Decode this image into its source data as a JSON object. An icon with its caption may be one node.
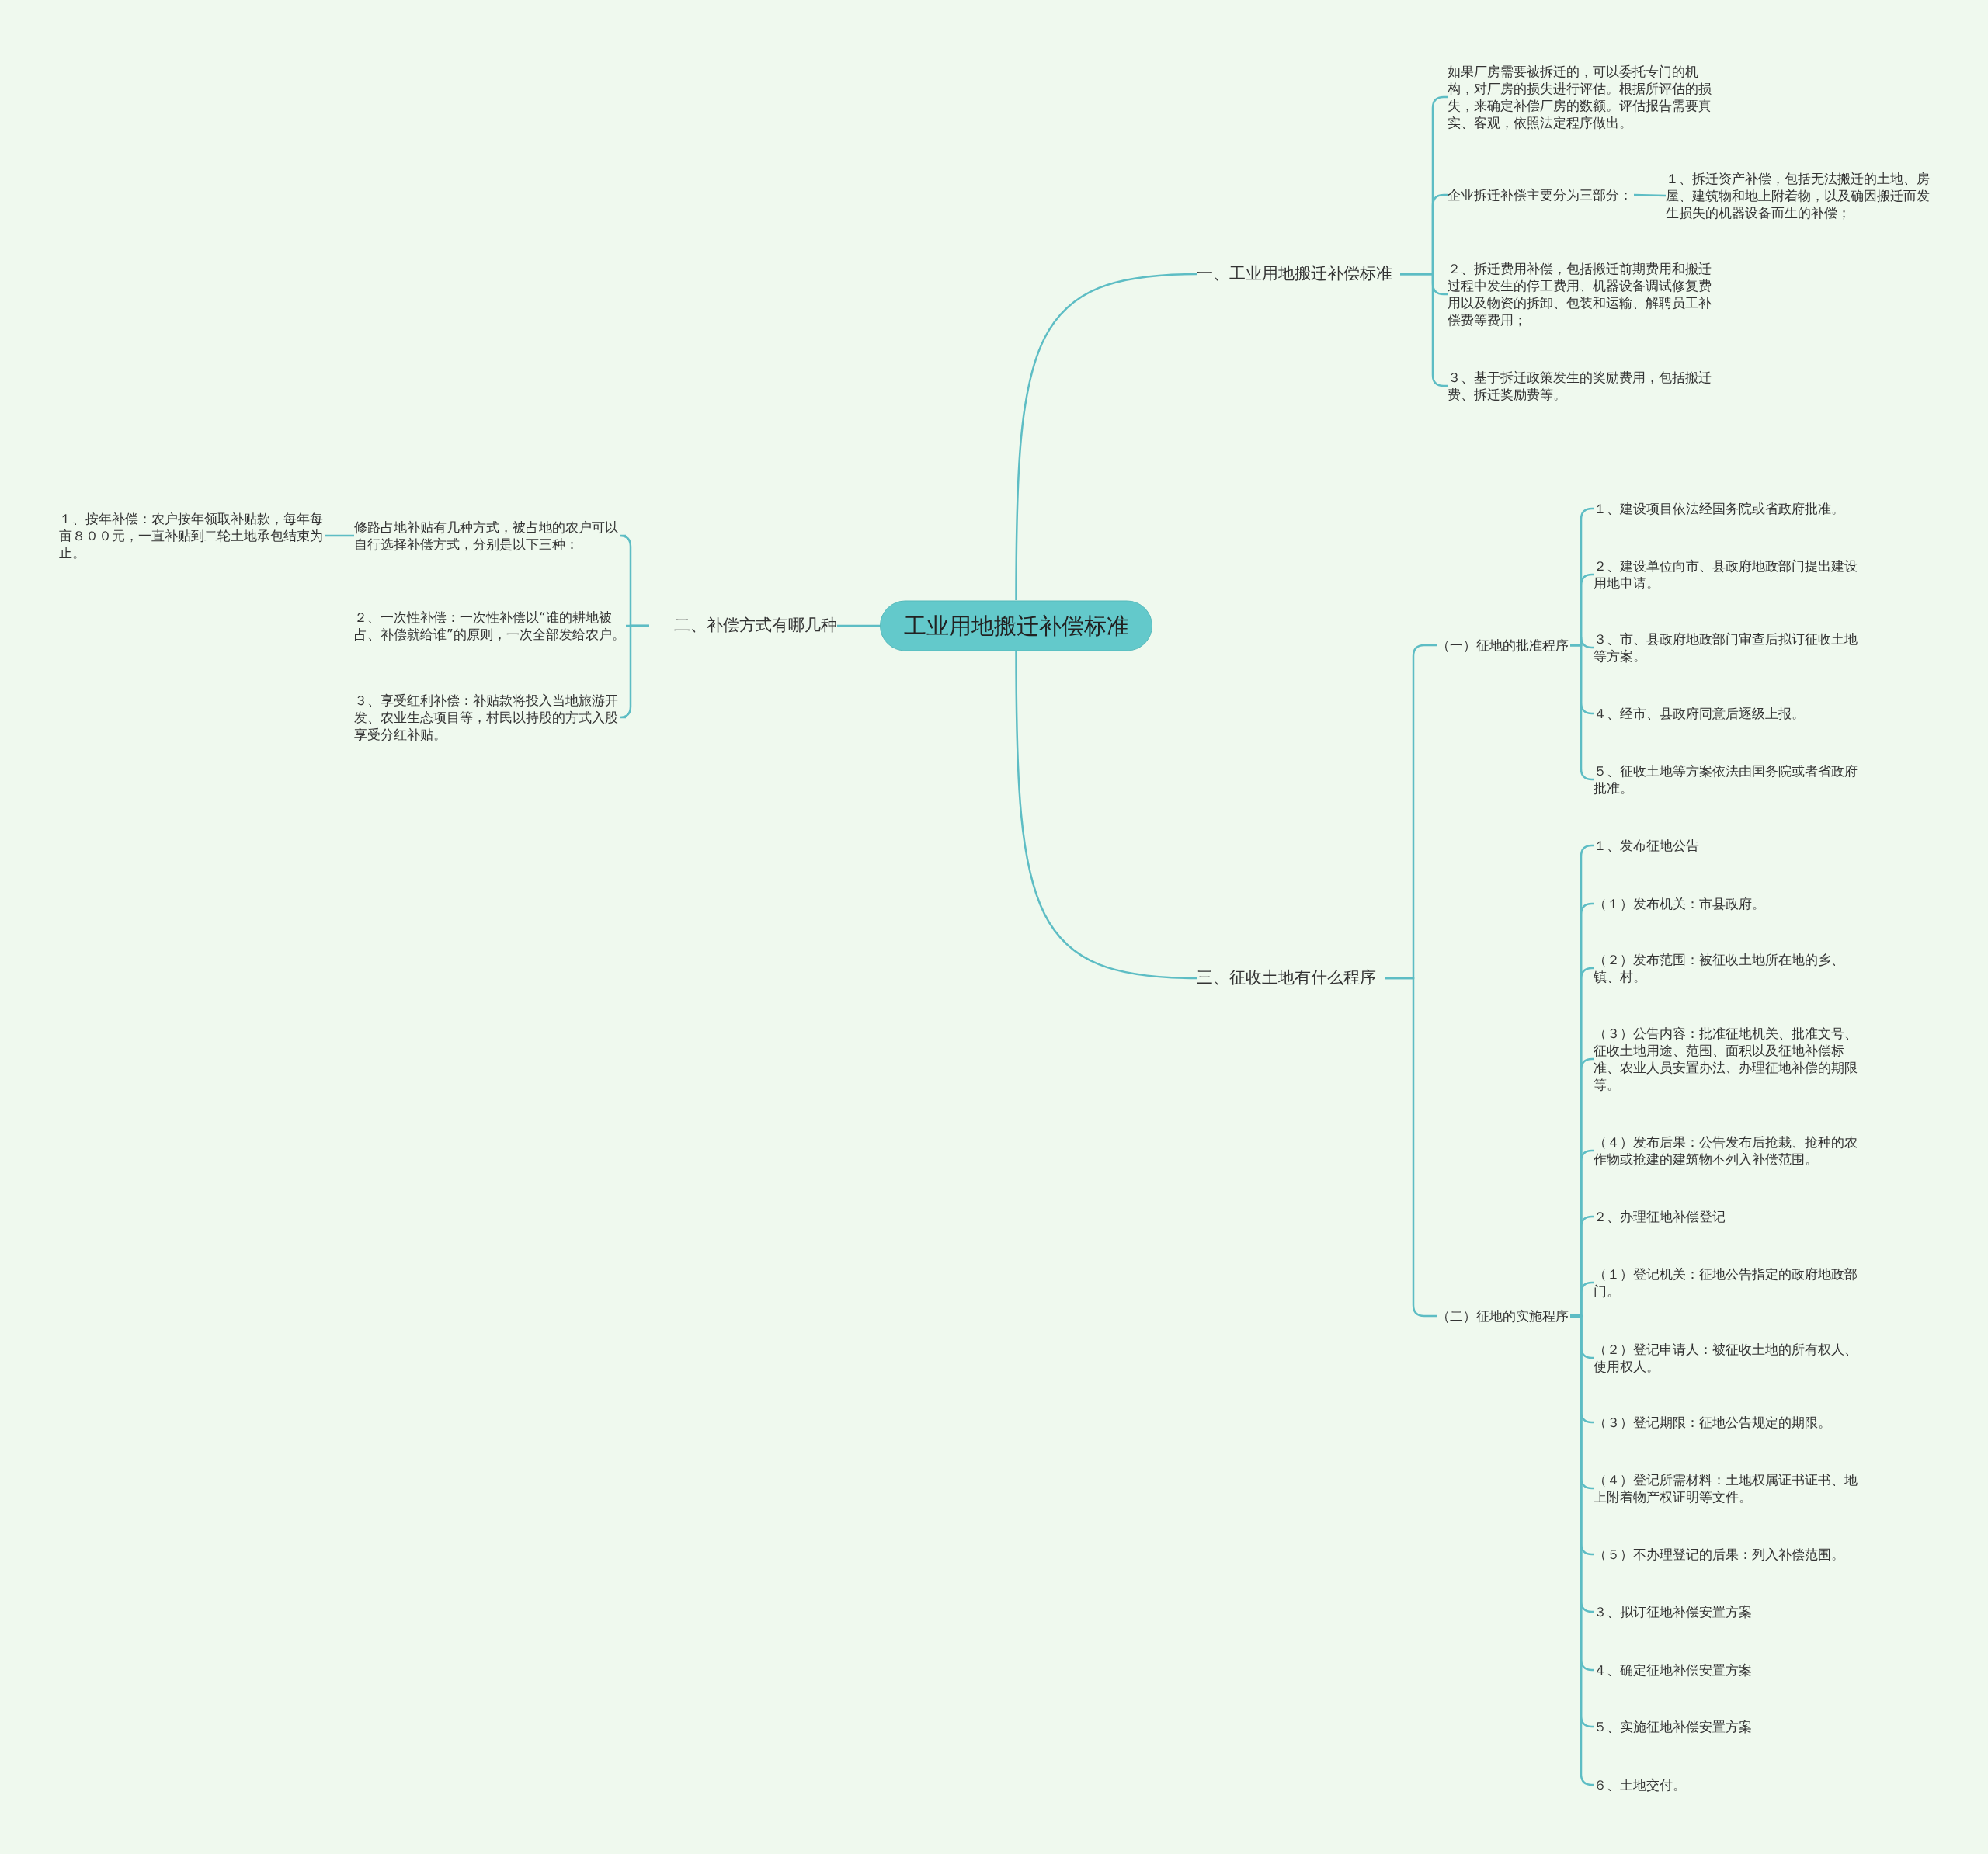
{
  "diagram": {
    "nodes": [
      {
        "text": [
          "工业用地搬迁补偿标准"
        ]
      },
      {
        "text": [
          "一、工业用地搬迁补偿标准"
        ]
      },
      {
        "text": [
          "如果厂房需要被拆迁的，可以委托专门的机构，对厂房的损失进行评估。根据所评估的损失，来确定补偿厂房的数额。评估报告需要真实、客观，依照法定程序做出。"
        ]
      },
      {
        "text": [
          "企业拆迁补偿主要分为三部分："
        ]
      },
      {
        "text": [
          "１、拆迁资产补偿，包括无法搬迁的土地、房屋、建筑物和地上附着物，以及确因搬迁而发生损失的机器设备而生的补偿；"
        ]
      },
      {
        "text": [
          "２、拆迁费用补偿，包括搬迁前期费用和搬迁过程中发生的停工费用、机器设备调试修复费用以及物资的拆卸、包装和运输、解聘员工补偿费等费用；"
        ]
      },
      {
        "text": [
          "３、基于拆迁政策发生的奖励费用，包括搬迁费、拆迁奖励费等。"
        ]
      },
      {
        "text": [
          "二、补偿方式有哪几种"
        ]
      },
      {
        "text": [
          "修路占地补贴有几种方式，被占地的农户可以自行选择补偿方式，分别是以下三种："
        ]
      },
      {
        "text": [
          "１、按年补偿：农户按年领取补贴款，每年每亩８００元，一直补贴到二轮土地承包结束为止。"
        ]
      },
      {
        "text": [
          "２、一次性补偿：一次性补偿以“谁的耕地被占、补偿就给谁”的原则，一次全部发给农户。"
        ]
      },
      {
        "text": [
          "３、享受红利补偿：补贴款将投入当地旅游开发、农业生态项目等，村民以持股的方式入股享受分红补贴。"
        ]
      },
      {
        "text": [
          "三、征收土地有什么程序"
        ]
      },
      {
        "text": [
          "（一）征地的批准程序"
        ]
      },
      {
        "text": [
          "１、建设项目依法经国务院或省政府批准。"
        ]
      },
      {
        "text": [
          "２、建设单位向市、县政府地政部门提出建设用地申请。"
        ]
      },
      {
        "text": [
          "３、市、县政府地政部门审查后拟订征收土地等方案。"
        ]
      },
      {
        "text": [
          "４、经市、县政府同意后逐级上报。"
        ]
      },
      {
        "text": [
          "５、征收土地等方案依法由国务院或者省政府批准。"
        ]
      },
      {
        "text": [
          "（二）征地的实施程序"
        ]
      },
      {
        "text": [
          "１、发布征地公告"
        ]
      },
      {
        "text": [
          "（１）发布机关：市县政府。"
        ]
      },
      {
        "text": [
          "（２）发布范围：被征收土地所在地的乡、镇、村。"
        ]
      },
      {
        "text": [
          "（３）公告内容：批准征地机关、批准文号、征收土地用途、范围、面积以及征地补偿标准、农业人员安置办法、办理征地补偿的期限等。"
        ]
      },
      {
        "text": [
          "（４）发布后果：公告发布后抢栽、抢种的农作物或抢建的建筑物不列入补偿范围。"
        ]
      },
      {
        "text": [
          "２、办理征地补偿登记"
        ]
      },
      {
        "text": [
          "（１）登记机关：征地公告指定的政府地政部门。"
        ]
      },
      {
        "text": [
          "（２）登记申请人：被征收土地的所有权人、使用权人。"
        ]
      },
      {
        "text": [
          "（３）登记期限：征地公告规定的期限。"
        ]
      },
      {
        "text": [
          "（４）登记所需材料：土地权属证书证书、地上附着物产权证明等文件。"
        ]
      },
      {
        "text": [
          "（５）不办理登记的后果：列入补偿范围。"
        ]
      },
      {
        "text": [
          "３、拟订征地补偿安置方案"
        ]
      },
      {
        "text": [
          "４、确定征地补偿安置方案"
        ]
      },
      {
        "text": [
          "５、实施征地补偿安置方案"
        ]
      },
      {
        "text": [
          "６、土地交付。"
        ]
      }
    ],
    "edges": [
      {
        "from": 0,
        "to": 1,
        "arrow": "none"
      },
      {
        "from": 1,
        "to": 2,
        "arrow": "none"
      },
      {
        "from": 1,
        "to": 3,
        "arrow": "none"
      },
      {
        "from": 3,
        "to": 4,
        "arrow": "none"
      },
      {
        "from": 1,
        "to": 5,
        "arrow": "none"
      },
      {
        "from": 1,
        "to": 6,
        "arrow": "none"
      },
      {
        "from": 0,
        "to": 7,
        "arrow": "none"
      },
      {
        "from": 7,
        "to": 8,
        "arrow": "none"
      },
      {
        "from": 8,
        "to": 9,
        "arrow": "none"
      },
      {
        "from": 7,
        "to": 10,
        "arrow": "none"
      },
      {
        "from": 7,
        "to": 11,
        "arrow": "none"
      },
      {
        "from": 0,
        "to": 12,
        "arrow": "none"
      },
      {
        "from": 12,
        "to": 13,
        "arrow": "none"
      },
      {
        "from": 13,
        "to": 14,
        "arrow": "none"
      },
      {
        "from": 13,
        "to": 15,
        "arrow": "none"
      },
      {
        "from": 13,
        "to": 16,
        "arrow": "none"
      },
      {
        "from": 13,
        "to": 17,
        "arrow": "none"
      },
      {
        "from": 13,
        "to": 18,
        "arrow": "none"
      },
      {
        "from": 12,
        "to": 19,
        "arrow": "none"
      },
      {
        "from": 19,
        "to": 20,
        "arrow": "none"
      },
      {
        "from": 19,
        "to": 21,
        "arrow": "none"
      },
      {
        "from": 19,
        "to": 22,
        "arrow": "none"
      },
      {
        "from": 19,
        "to": 23,
        "arrow": "none"
      },
      {
        "from": 19,
        "to": 24,
        "arrow": "none"
      },
      {
        "from": 19,
        "to": 25,
        "arrow": "none"
      },
      {
        "from": 19,
        "to": 26,
        "arrow": "none"
      },
      {
        "from": 19,
        "to": 27,
        "arrow": "none"
      },
      {
        "from": 19,
        "to": 28,
        "arrow": "none"
      },
      {
        "from": 19,
        "to": 29,
        "arrow": "none"
      },
      {
        "from": 19,
        "to": 30,
        "arrow": "none"
      },
      {
        "from": 19,
        "to": 31,
        "arrow": "none"
      },
      {
        "from": 19,
        "to": 32,
        "arrow": "none"
      },
      {
        "from": 19,
        "to": 33,
        "arrow": "none"
      },
      {
        "from": 19,
        "to": 34,
        "arrow": "none"
      }
    ]
  }
}
